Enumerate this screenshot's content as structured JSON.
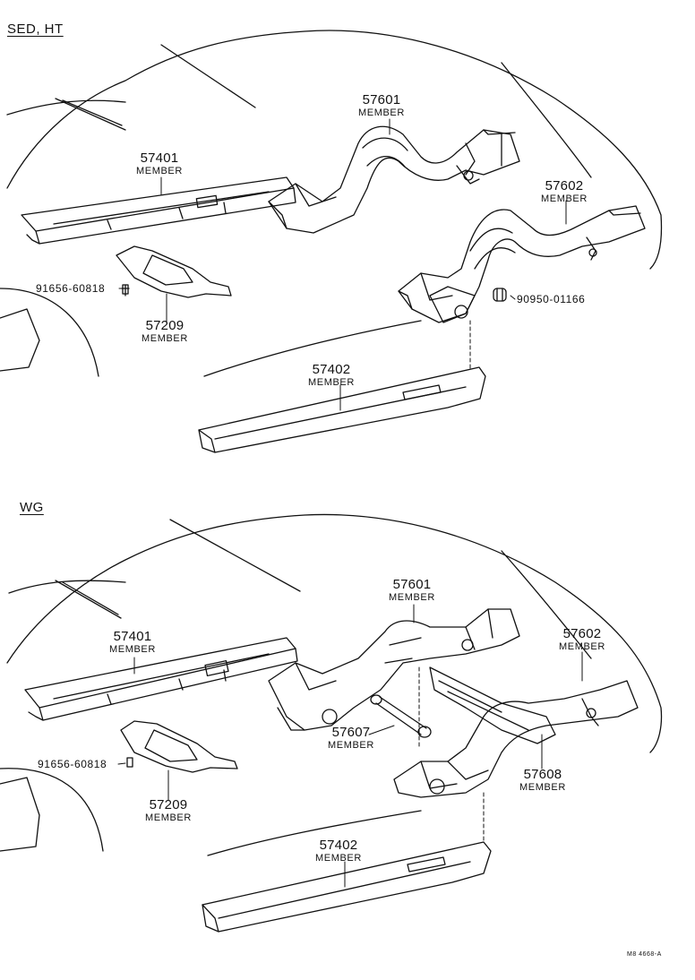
{
  "sections": [
    {
      "title": "SED, HT",
      "parts": [
        {
          "number": "57601",
          "name": "MEMBER"
        },
        {
          "number": "57401",
          "name": "MEMBER"
        },
        {
          "number": "57602",
          "name": "MEMBER"
        },
        {
          "number": "91656-60818",
          "name": ""
        },
        {
          "number": "90950-01166",
          "name": ""
        },
        {
          "number": "57209",
          "name": "MEMBER"
        },
        {
          "number": "57402",
          "name": "MEMBER"
        }
      ]
    },
    {
      "title": "WG",
      "parts": [
        {
          "number": "57601",
          "name": "MEMBER"
        },
        {
          "number": "57401",
          "name": "MEMBER"
        },
        {
          "number": "57602",
          "name": "MEMBER"
        },
        {
          "number": "57607",
          "name": "MEMBER"
        },
        {
          "number": "91656-60818",
          "name": ""
        },
        {
          "number": "57608",
          "name": "MEMBER"
        },
        {
          "number": "57209",
          "name": "MEMBER"
        },
        {
          "number": "57402",
          "name": "MEMBER"
        }
      ]
    }
  ],
  "drawing_code": "M8 4668-A"
}
